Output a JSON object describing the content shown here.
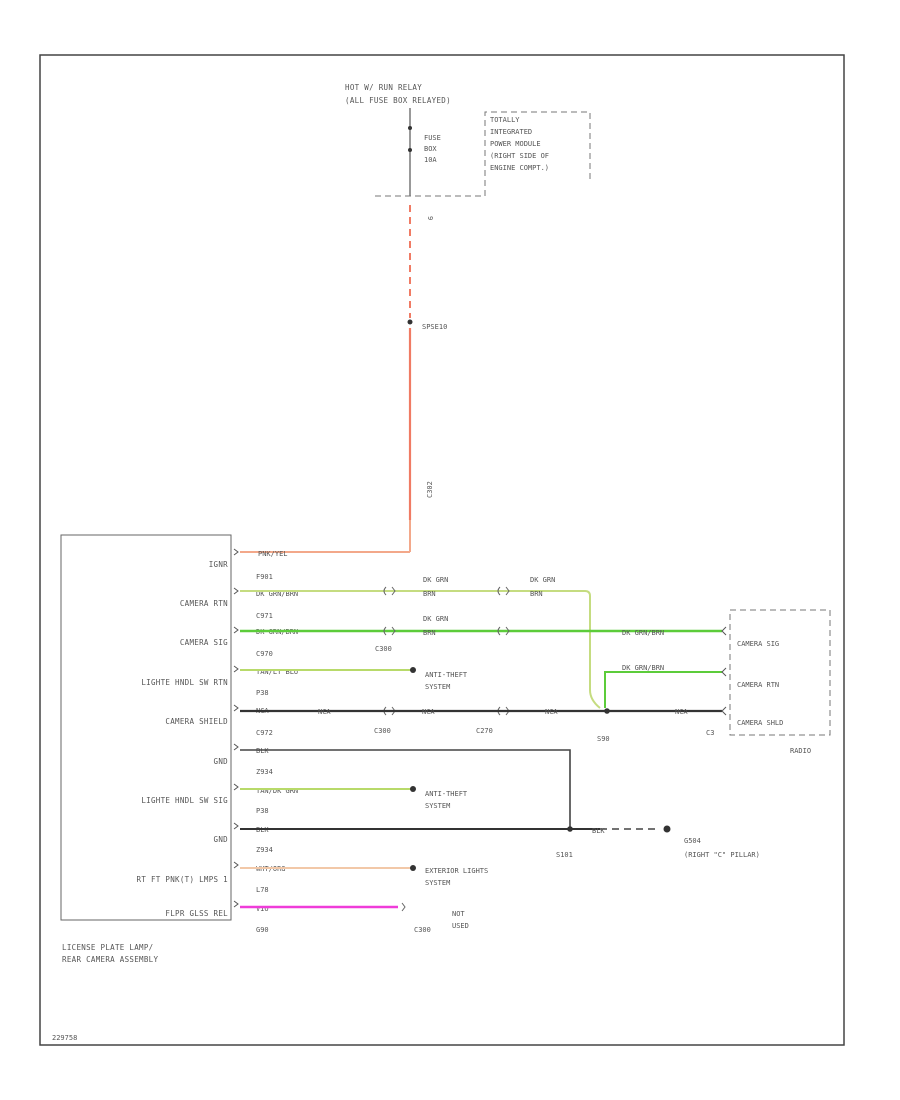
{
  "source": {
    "title_line1": "HOT W/ RUN RELAY",
    "title_line2": "(ALL FUSE BOX RELAYED)",
    "fuse_line1": "FUSE",
    "fuse_line2": "BOX",
    "fuse_line3": "10A",
    "module_lines": [
      "TOTALLY",
      "INTEGRATED",
      "POWER MODULE",
      "(RIGHT SIDE OF",
      "ENGINE COMPT.)"
    ],
    "pin": "9",
    "splice": "SPSE10",
    "connector": "C302"
  },
  "camera_assembly": {
    "caption_line1": "LICENSE PLATE LAMP/",
    "caption_line2": "REAR CAMERA ASSEMBLY",
    "pins": [
      {
        "name": "IGNR",
        "circuit": "PNK/YEL",
        "id": "F901"
      },
      {
        "name": "CAMERA RTN",
        "circuit": "DK GRN/BRN",
        "id": "C971"
      },
      {
        "name": "CAMERA SIG",
        "circuit": "DK GRN/BRN",
        "id": "C970"
      },
      {
        "name": "LIGHTE HNDL SW RTN",
        "circuit": "TAN/LT BLU",
        "id": "P38"
      },
      {
        "name": "CAMERA SHIELD",
        "circuit": "NCA",
        "id": "C972"
      },
      {
        "name": "GND",
        "circuit": "BLK",
        "id": "Z934"
      },
      {
        "name": "LIGHTE HNDL SW SIG",
        "circuit": "TAN/DK GRN",
        "id": "P38"
      },
      {
        "name": "GND",
        "circuit": "BLK",
        "id": "Z934"
      },
      {
        "name": "RT FT PNK(T) LMPS 1",
        "circuit": "WHT/ORG",
        "id": "L78"
      },
      {
        "name": "FLPR GLSS REL",
        "circuit": "VIO",
        "id": "G90"
      }
    ]
  },
  "wires": {
    "camera_rtn_mid1": "DK GRN",
    "camera_rtn_mid2": "BRN",
    "camera_rtn_far1": "DK GRN",
    "camera_rtn_far2": "BRN",
    "camera_sig_mid1": "DK GRN",
    "camera_sig_mid2": "BRN",
    "camera_sig_right": "DK GRN/BRN",
    "camera_rtn_right": "DK GRN/BRN",
    "shield_mid": "NCA",
    "shield_mid2": "NCA",
    "shield_mid3": "NCA",
    "shield_right": "NCA",
    "ground_right": "BLK"
  },
  "connectors": {
    "c_a": "C300",
    "c_b": "C300",
    "c_c": "C270",
    "splice_s": "S90",
    "radio_c": "C3",
    "ground_splice": "S101",
    "ground_point": "G504",
    "ground_location": "(RIGHT \"C\" PILLAR)",
    "not_used": "C300",
    "not_used_label1": "NOT",
    "not_used_label2": "USED"
  },
  "targets": {
    "antitheft1_line1": "ANTI-THEFT",
    "antitheft1_line2": "SYSTEM",
    "antitheft2_line1": "ANTI-THEFT",
    "antitheft2_line2": "SYSTEM",
    "ext_lights_line1": "EXTERIOR LIGHTS",
    "ext_lights_line2": "SYSTEM"
  },
  "radio": {
    "label": "RADIO",
    "pins": [
      "CAMERA SIG",
      "CAMERA RTN",
      "CAMERA SHLD"
    ]
  },
  "footer": "229758",
  "colors": {
    "pink_red": "#f07b64",
    "orange_pink": "#f3a88a",
    "green": "#9fd05a",
    "bright_green": "#5ccc3a",
    "tan_green": "#c5dc80",
    "wht_org": "#f2c8a8",
    "violet": "#ef3cd9",
    "black": "#333333"
  }
}
